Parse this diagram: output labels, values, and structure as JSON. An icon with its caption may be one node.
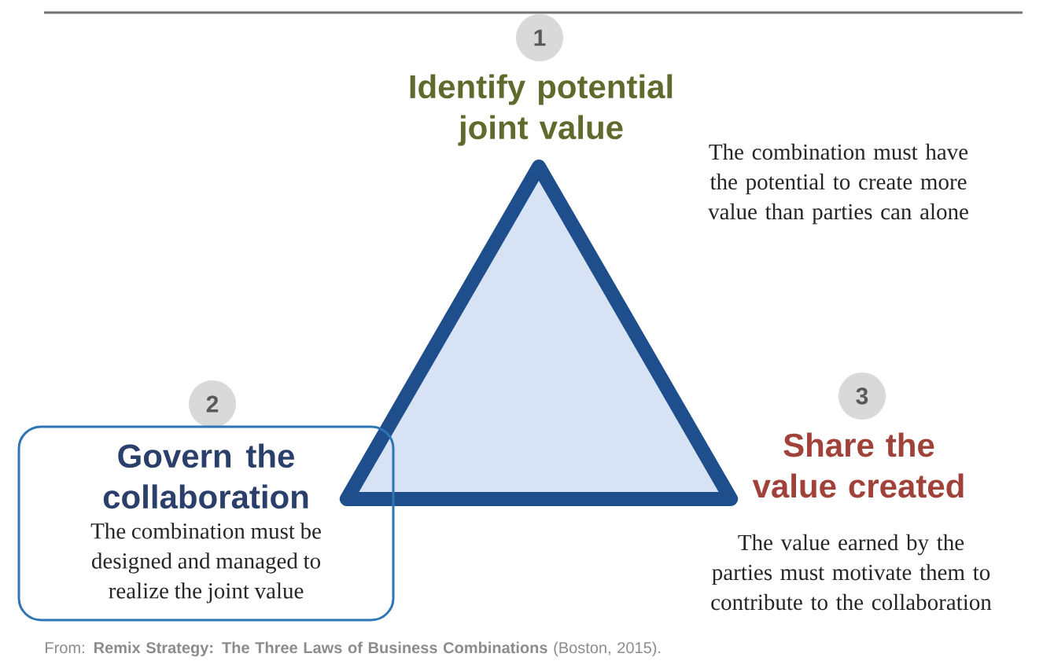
{
  "diagram": {
    "nodes": [
      {
        "text": [],
        "shape": "triangle"
      },
      {
        "text": [
          "1"
        ]
      },
      {
        "text": [
          "2"
        ]
      },
      {
        "text": [
          "3"
        ]
      },
      {
        "text": [
          "Govern the collaboration",
          "The combination must be designed and managed to realize the joint value"
        ]
      }
    ],
    "labels": [
      "Identify potential joint value",
      "The combination must have the potential to create more value than parties can alone",
      "Share the value created",
      "The value earned by the parties must motivate them to contribute to the collaboration",
      "From: **Remix Strategy: The Three Laws of Business Combinations** (Boston, 2015)."
    ]
  }
}
